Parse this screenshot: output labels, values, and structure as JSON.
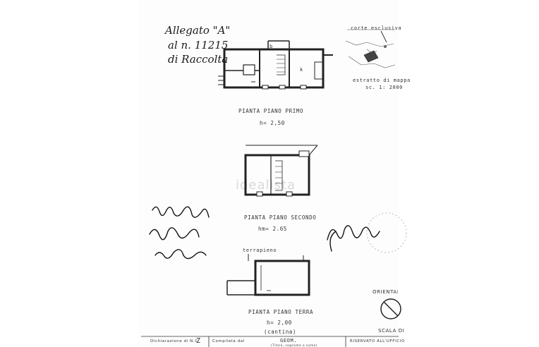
{
  "annotation": {
    "line1": "Allegato \"A\"",
    "line2": "al n. 11215",
    "line3": "di Raccolta"
  },
  "map_inset": {
    "title": "corte esclusiva",
    "caption": "estratto di mappa",
    "scale": "sc. 1: 2000"
  },
  "floors": [
    {
      "name": "PIANTA  PIANO  PRIMO",
      "height": "h= 2,50",
      "room_labels": [
        "b",
        "k"
      ]
    },
    {
      "name": "PIANTA  PIANO  SECONDO",
      "height": "hm= 2.65"
    },
    {
      "name": "PIANTA  PIANO  TERRA",
      "height": "h= 2,00",
      "note": "(cantina)",
      "side_label": "terrapieno"
    }
  ],
  "watermark": "idealista",
  "orientation_label": "ORIENTAMENTO",
  "scale_label": "SCALA DI",
  "footer": {
    "declaration": "Dichiarazione di N.C.",
    "declaration_mark": "Z",
    "compiled_by": "Compilata dal",
    "profession": "GEOM.",
    "subline": "(Titolo, cognome e nome)",
    "reserved": "RISERVATO ALL'UFFICIO"
  }
}
